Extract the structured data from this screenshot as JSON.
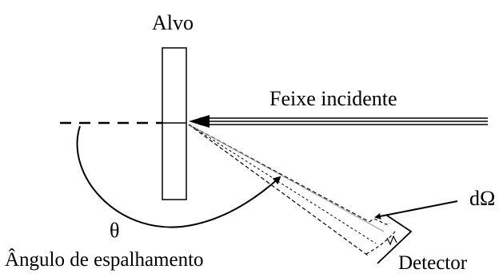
{
  "labels": {
    "target": "Alvo",
    "beam": "Feixe incidente",
    "solid_angle": "dΩ",
    "theta": "θ",
    "scattering_angle": "Ângulo de espalhamento",
    "detector": "Detector"
  },
  "colors": {
    "ink": "#000000",
    "background": "#ffffff"
  }
}
